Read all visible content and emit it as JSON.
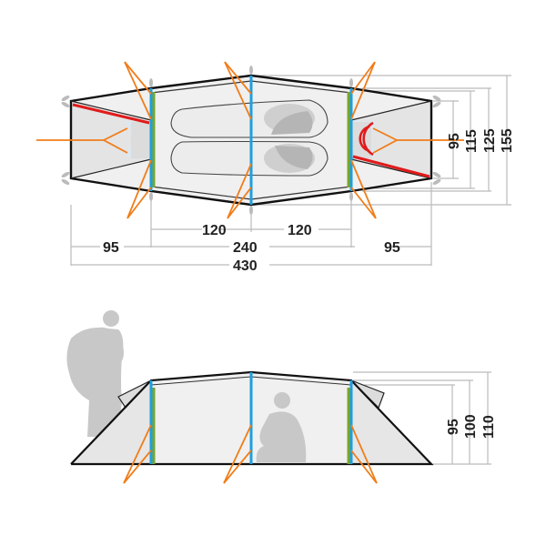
{
  "colors": {
    "pole_blue": "#1e9fe0",
    "pole_green": "#7aa62a",
    "guyline_orange": "#f07d1a",
    "zip_red": "#e01b1b",
    "outline": "#111111",
    "fabric": "#eeeeee",
    "dim_line": "#bbbbbb",
    "silhouette": "#c8c8c8"
  },
  "top_view": {
    "length_dims": {
      "segment_left": "120",
      "segment_right": "120",
      "vestibule_left": "95",
      "inner_length": "240",
      "vestibule_right": "95",
      "total_length": "430"
    },
    "width_dims": [
      "95",
      "115",
      "125",
      "155"
    ]
  },
  "side_view": {
    "height_dims": [
      "95",
      "100",
      "110"
    ]
  },
  "icons": {
    "standing_person": "person-with-backpack-silhouette",
    "sitting_person": "sitting-person-silhouette"
  }
}
